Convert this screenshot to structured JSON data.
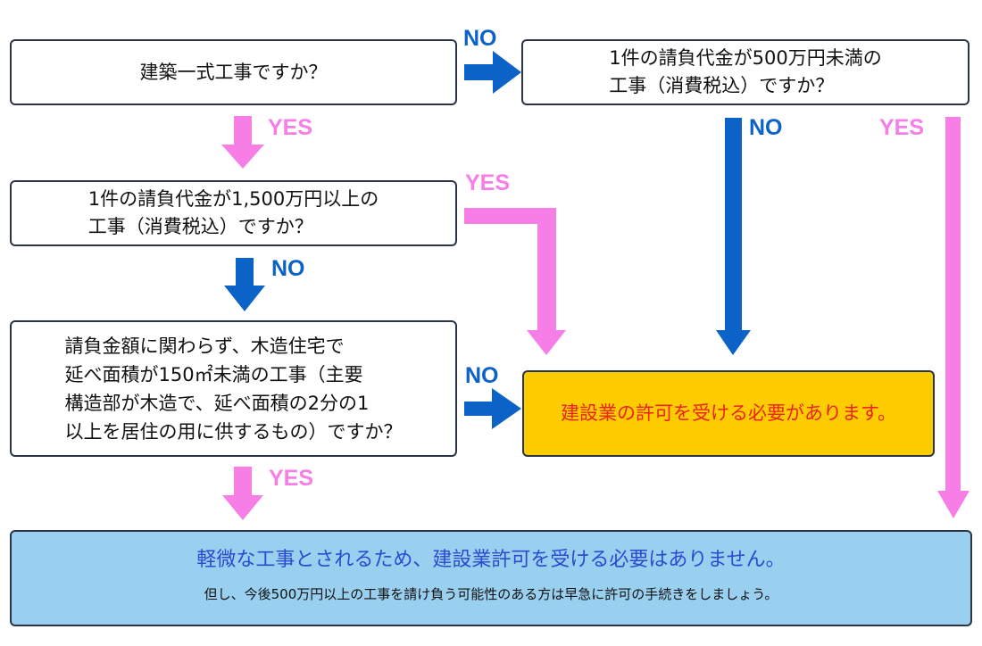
{
  "questions": {
    "q1": "建築一式工事ですか？",
    "q2": "1件の請負代金が500万円未満の\n工事（消費税込）ですか？",
    "q3": "1件の請負代金が1,500万円以上の\n工事（消費税込）ですか？",
    "q4": "請負金額に関わらず、木造住宅で\n延べ面積が150㎡未満の工事（主要\n構造部が木造で、延べ面積の2分の1\n以上を居住の用に供するもの）ですか？"
  },
  "results": {
    "permit_required": "建設業の許可を受ける必要があります。",
    "not_required": "軽微な工事とされるため、建設業許可を受ける必要はありません。",
    "note": "但し、今後500万円以上の工事を請け負う可能性のある方は早急に許可の手続きをしましょう。"
  },
  "labels": {
    "yes": "YES",
    "no": "NO"
  },
  "colors": {
    "yes_arrow": "#f77ee6",
    "no_arrow": "#0b63c7",
    "permit_box": "#ffcc00",
    "permit_text": "#e8241c",
    "not_required_box": "#99d0ef",
    "not_required_text": "#2a4ad0",
    "border": "#2b3444"
  }
}
